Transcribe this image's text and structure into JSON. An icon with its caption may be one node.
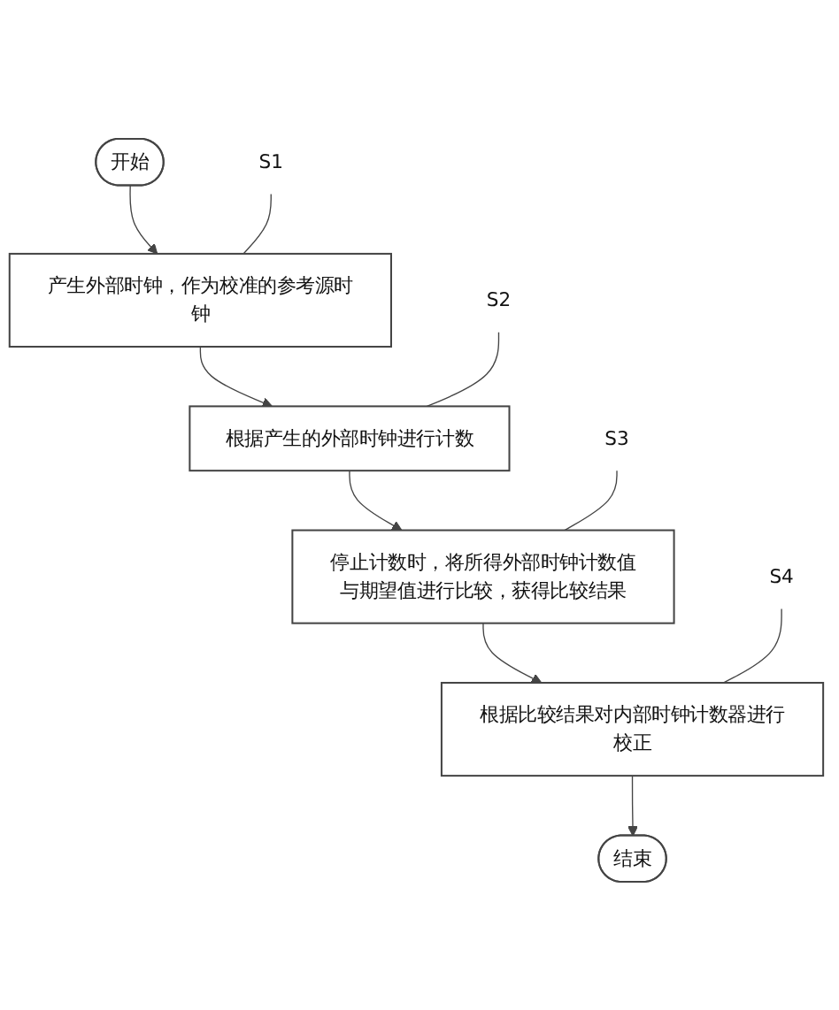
{
  "diagram": {
    "nodes": [
      {
        "text": [
          "开始"
        ]
      },
      {
        "text": [
          "产生外部时钟，作为校准的参考源时钟"
        ]
      },
      {
        "text": [
          "S1"
        ]
      },
      {
        "text": [
          "根据产生的外部时钟进行计数"
        ]
      },
      {
        "text": [
          "S2"
        ]
      },
      {
        "text": [
          "停止计数时，将所得外部时钟计数值与期望值进行比较，获得比较结果"
        ]
      },
      {
        "text": [
          "S3"
        ]
      },
      {
        "text": [
          "根据比较结果对内部时钟计数器进行校正"
        ]
      },
      {
        "text": [
          "S4"
        ]
      },
      {
        "text": [
          "结束"
        ]
      }
    ],
    "edges": [
      {
        "from": 0,
        "to": 1,
        "arrow": "to"
      },
      {
        "from": 2,
        "to": 1,
        "arrow": "none"
      },
      {
        "from": 1,
        "to": 3,
        "arrow": "to"
      },
      {
        "from": 4,
        "to": 3,
        "arrow": "none"
      },
      {
        "from": 3,
        "to": 5,
        "arrow": "to"
      },
      {
        "from": 6,
        "to": 5,
        "arrow": "none"
      },
      {
        "from": 5,
        "to": 7,
        "arrow": "to"
      },
      {
        "from": 8,
        "to": 7,
        "arrow": "none"
      },
      {
        "from": 7,
        "to": 9,
        "arrow": "to"
      }
    ]
  }
}
